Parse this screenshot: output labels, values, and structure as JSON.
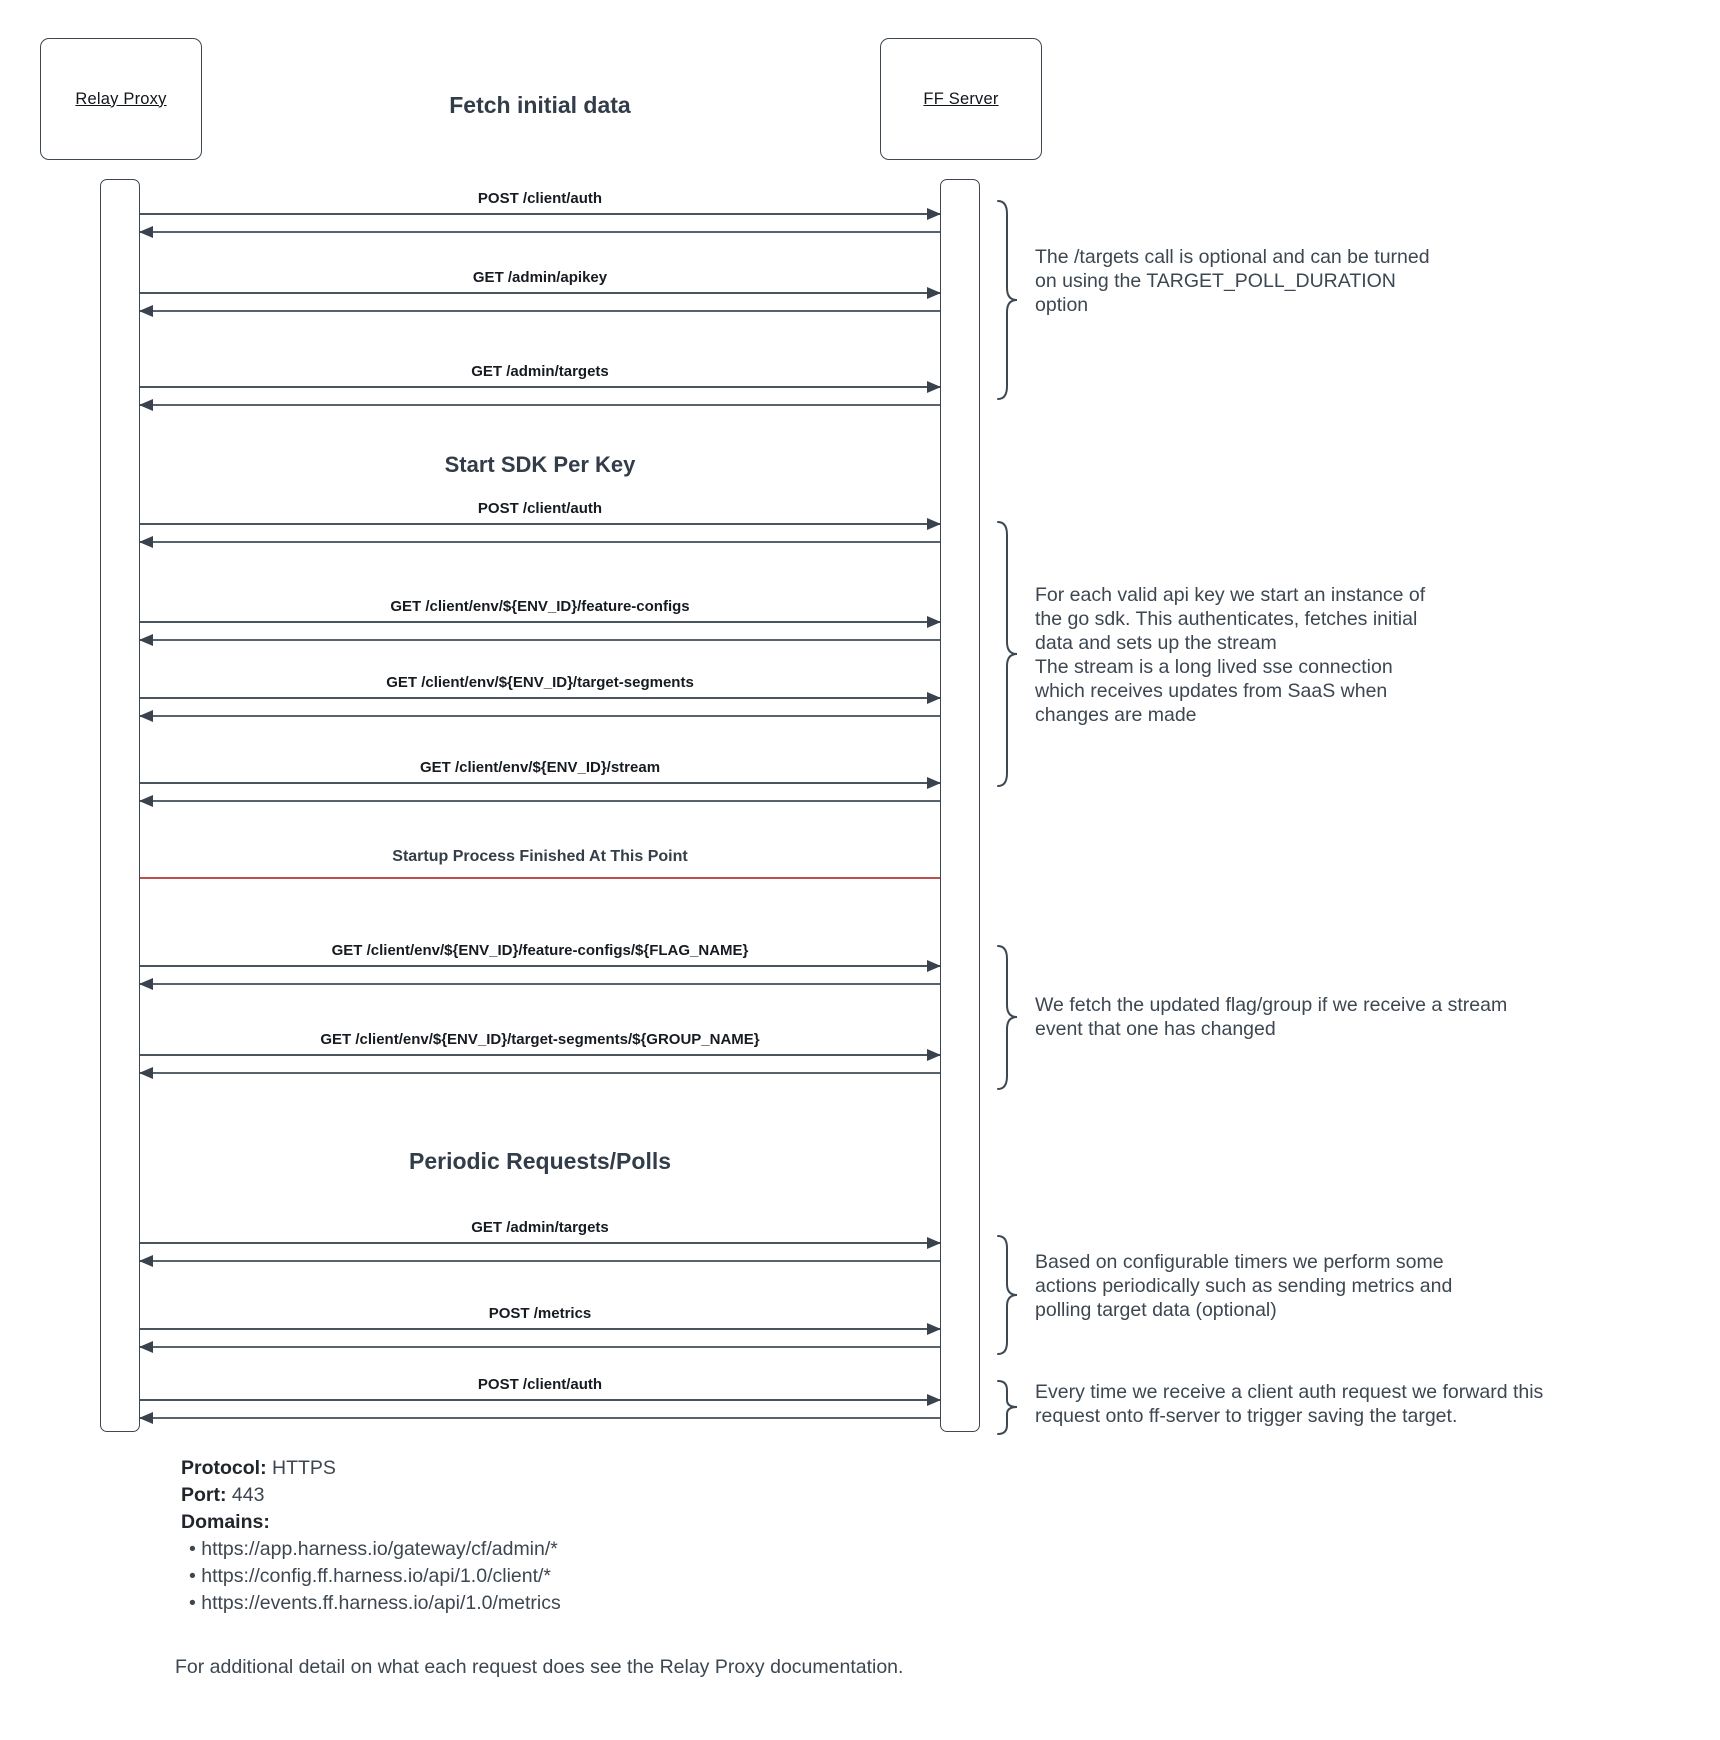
{
  "colors": {
    "stroke": "#3e4853",
    "arrow": "#39424d",
    "milestone_red": "#bd4f4c",
    "title": "#323d49",
    "note_text": "#3d4751"
  },
  "participants": [
    {
      "label": "Relay Proxy"
    },
    {
      "label": "FF Server"
    }
  ],
  "section_titles": {
    "fetch": "Fetch initial data",
    "sdk": "Start SDK Per Key",
    "periodic": "Periodic Requests/Polls"
  },
  "milestone": {
    "label": "Startup Process Finished At This Point"
  },
  "messages": [
    {
      "label": "POST /client/auth"
    },
    {
      "label": "GET /admin/apikey"
    },
    {
      "label": "GET /admin/targets"
    },
    {
      "label": "POST /client/auth"
    },
    {
      "label": "GET /client/env/${ENV_ID}/feature-configs"
    },
    {
      "label": "GET /client/env/${ENV_ID}/target-segments"
    },
    {
      "label": "GET /client/env/${ENV_ID}/stream"
    },
    {
      "label": "GET /client/env/${ENV_ID}/feature-configs/${FLAG_NAME}"
    },
    {
      "label": "GET /client/env/${ENV_ID}/target-segments/${GROUP_NAME}"
    },
    {
      "label": "GET /admin/targets"
    },
    {
      "label": "POST /metrics"
    },
    {
      "label": "POST /client/auth"
    }
  ],
  "annotations": [
    {
      "text": "The /targets call is optional and can be turned\non using the TARGET_POLL_DURATION\noption"
    },
    {
      "text": "For each valid api key we start an instance of\nthe go sdk. This authenticates, fetches initial\ndata and sets up the stream\nThe stream is a long lived sse connection\nwhich receives updates from SaaS when\nchanges are made"
    },
    {
      "text": "We fetch the updated flag/group if we receive a stream\nevent that one has changed"
    },
    {
      "text": "Based on configurable timers we perform some\nactions periodically such as sending metrics and\npolling target data (optional)"
    },
    {
      "text": "Every time we receive a client auth request we forward this\nrequest onto ff-server to trigger saving the target."
    }
  ],
  "footer": {
    "bullet": "•",
    "protocol_label": "Protocol:",
    "protocol_value": "HTTPS",
    "port_label": "Port:",
    "port_value": "443",
    "domains_label": "Domains:",
    "domains": [
      "https://app.harness.io/gateway/cf/admin/*",
      "https://config.ff.harness.io/api/1.0/client/*",
      "https://events.ff.harness.io/api/1.0/metrics"
    ],
    "note": "For additional detail on what each request does see the Relay Proxy documentation."
  }
}
